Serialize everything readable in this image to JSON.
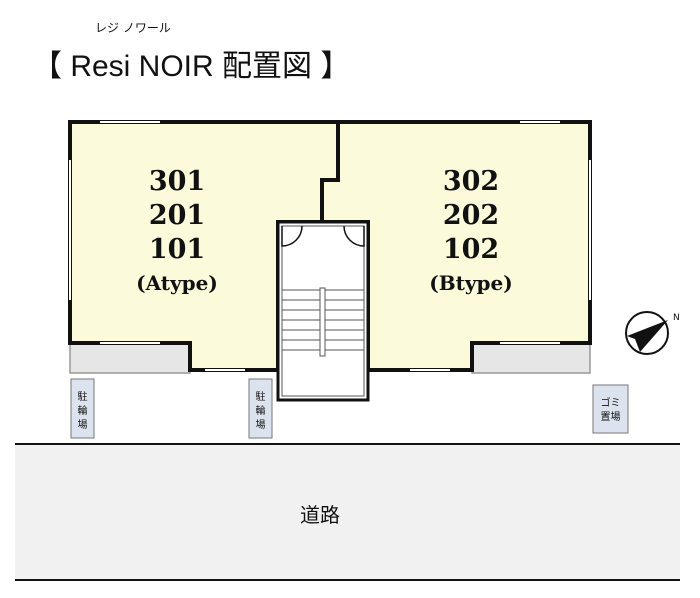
{
  "title": {
    "ruby": "レジ ノワール",
    "text": "【 Resi NOIR 配置図 】"
  },
  "building_a": {
    "units": [
      "301",
      "201",
      "101"
    ],
    "type": "(Atype)"
  },
  "building_b": {
    "units": [
      "302",
      "202",
      "102"
    ],
    "type": "(Btype)"
  },
  "bicycle_parking_left": [
    "駐",
    "輪",
    "場"
  ],
  "bicycle_parking_center": [
    "駐",
    "輪",
    "場"
  ],
  "garbage_area": [
    "ゴミ",
    "置場"
  ],
  "road_label": "道路",
  "compass_label": "N",
  "colors": {
    "unit_fill": "#fbfadb",
    "balcony_fill": "#e6e6e6",
    "sign_fill": "#dde3ee",
    "road_fill": "#f1f1f1"
  }
}
